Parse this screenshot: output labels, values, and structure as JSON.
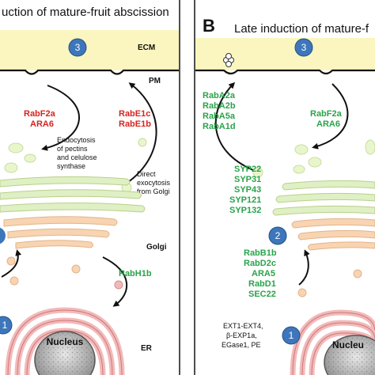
{
  "panel_a": {
    "title": "uction of mature-fruit abscission",
    "ecm": "ECM",
    "pm": "PM",
    "golgi": "Golgi",
    "er": "ER",
    "nucleus": "Nucleus",
    "step3": "3",
    "step1": "1",
    "endo_red": [
      "RabF2a",
      "ARA6"
    ],
    "exo_red": [
      "RabE1c",
      "RabE1b"
    ],
    "endo_note": [
      "Endocytosis",
      "of pectins",
      "and celulose",
      "synthase"
    ],
    "exo_note": [
      "Direct",
      "exocytosis",
      "from Golgi"
    ],
    "rabh": "RabH1b"
  },
  "panel_b": {
    "letter": "B",
    "title": "Late induction of mature-f",
    "step3": "3",
    "step2": "2",
    "step1": "1",
    "nucleus": "Nucleu",
    "raba": [
      "RabA2a",
      "RabA2b",
      "RabA5a",
      "RabA1d"
    ],
    "rabf": [
      "RabF2a",
      "ARA6"
    ],
    "syp": [
      "SYP22",
      "SYP31",
      "SYP43",
      "SYP121",
      "SYP132"
    ],
    "rabb": [
      "RabB1b",
      "RabD2c",
      "ARA5",
      "RabD1",
      "SEC22"
    ],
    "genes": [
      "EXT1-EXT4,",
      "β-EXP1a,",
      "EGase1, PE"
    ]
  },
  "colors": {
    "ecm_fill": "#fbf6bf",
    "golgi_green": "#dff0c4",
    "golgi_orange": "#f8d4b2",
    "er_pink": "#f3b9b9",
    "vesicle": "#e9f6cc",
    "step_blue": "#3e76bb",
    "red": "#d6241f",
    "green": "#2aa34a"
  }
}
